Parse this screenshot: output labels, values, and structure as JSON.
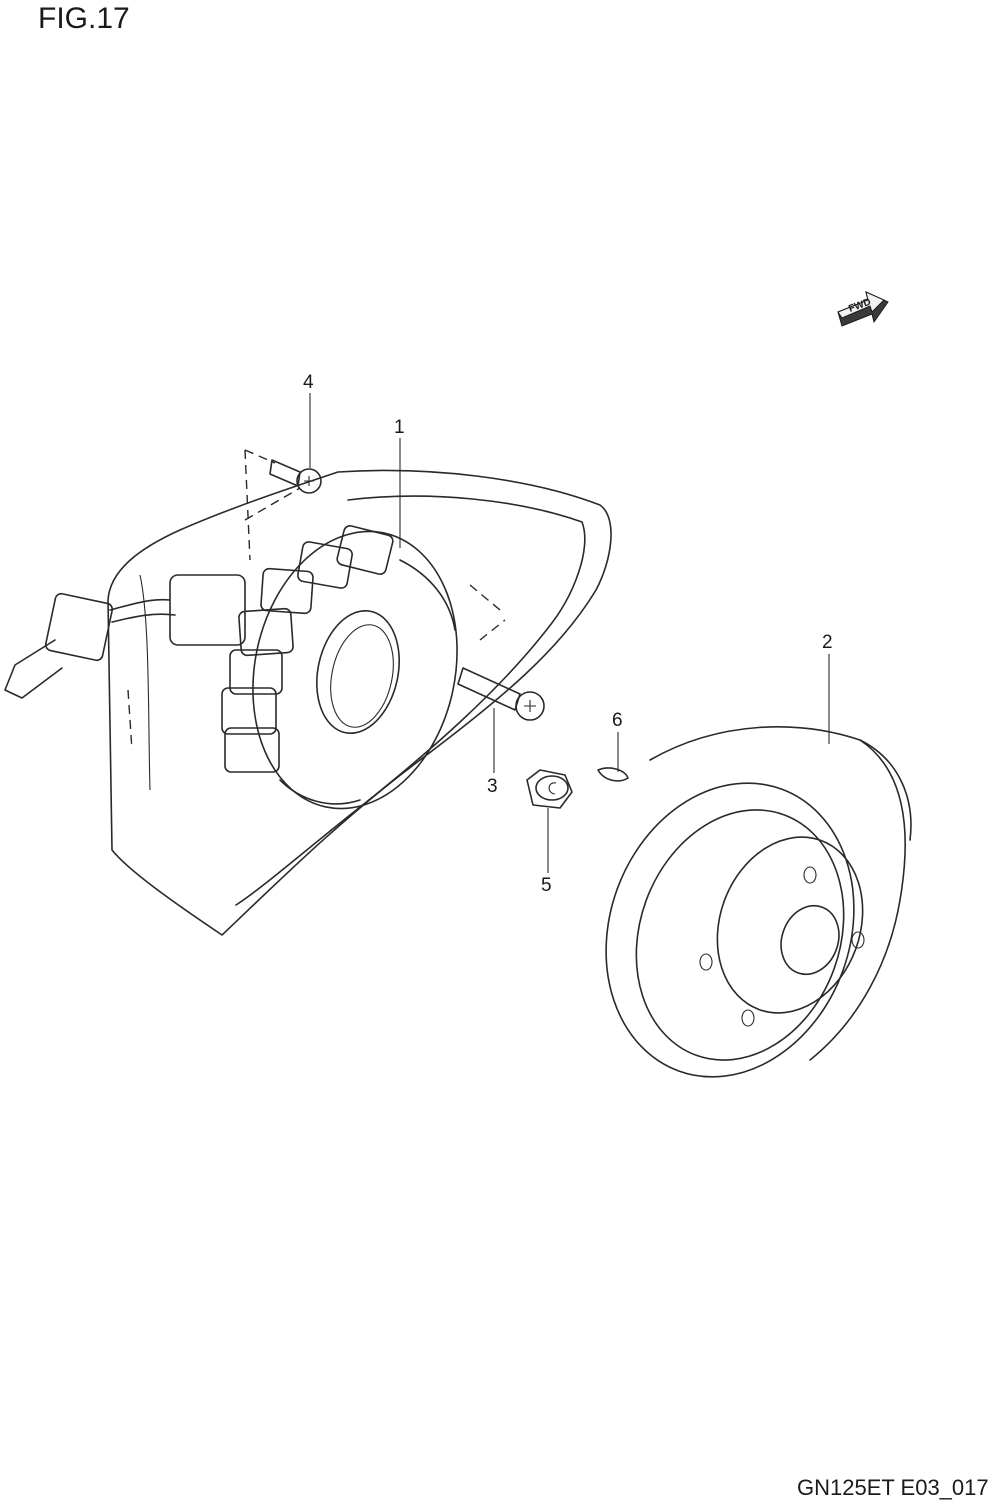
{
  "figure": {
    "title": "FIG.17",
    "code": "GN125ET E03_017"
  },
  "badge": {
    "label": "FWD"
  },
  "callouts": [
    "1",
    "2",
    "3",
    "4",
    "5",
    "6"
  ]
}
